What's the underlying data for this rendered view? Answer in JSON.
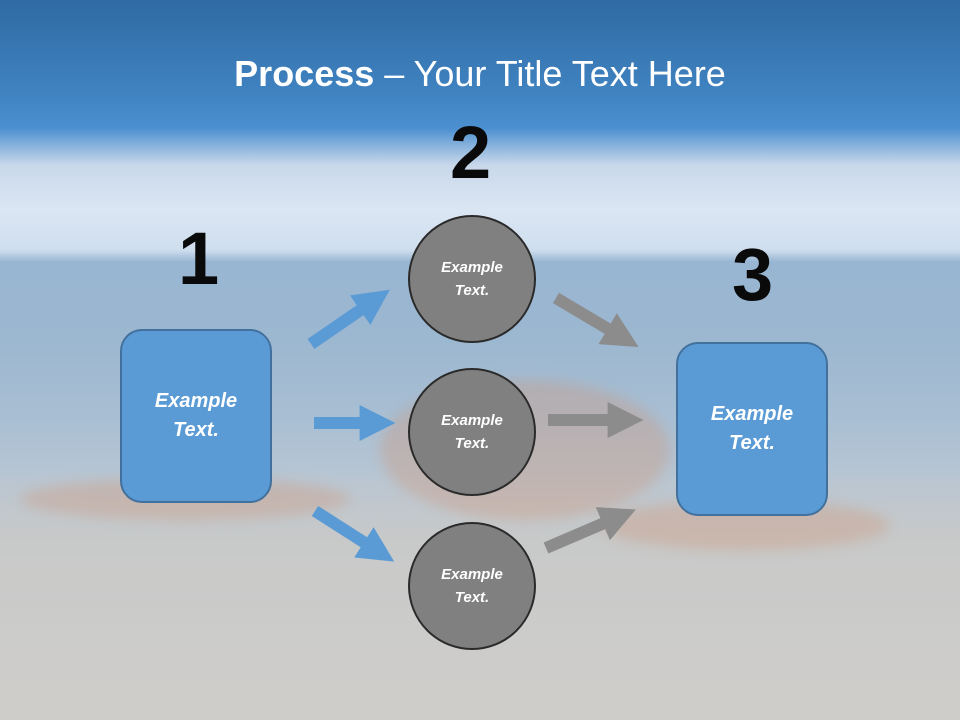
{
  "title": {
    "bold": "Process",
    "rest": " – Your Title Text Here"
  },
  "numbers": [
    "1",
    "2",
    "3"
  ],
  "left_box": {
    "text_line1": "Example",
    "text_line2": "Text."
  },
  "right_box": {
    "text_line1": "Example",
    "text_line2": "Text."
  },
  "circles": [
    {
      "text_line1": "Example",
      "text_line2": "Text."
    },
    {
      "text_line1": "Example",
      "text_line2": "Text."
    },
    {
      "text_line1": "Example",
      "text_line2": "Text."
    }
  ],
  "colors": {
    "box_fill": "#5b9bd5",
    "circle_fill": "#808080",
    "arrow_blue": "#5b9bd5",
    "arrow_gray": "#8c8c8c"
  }
}
